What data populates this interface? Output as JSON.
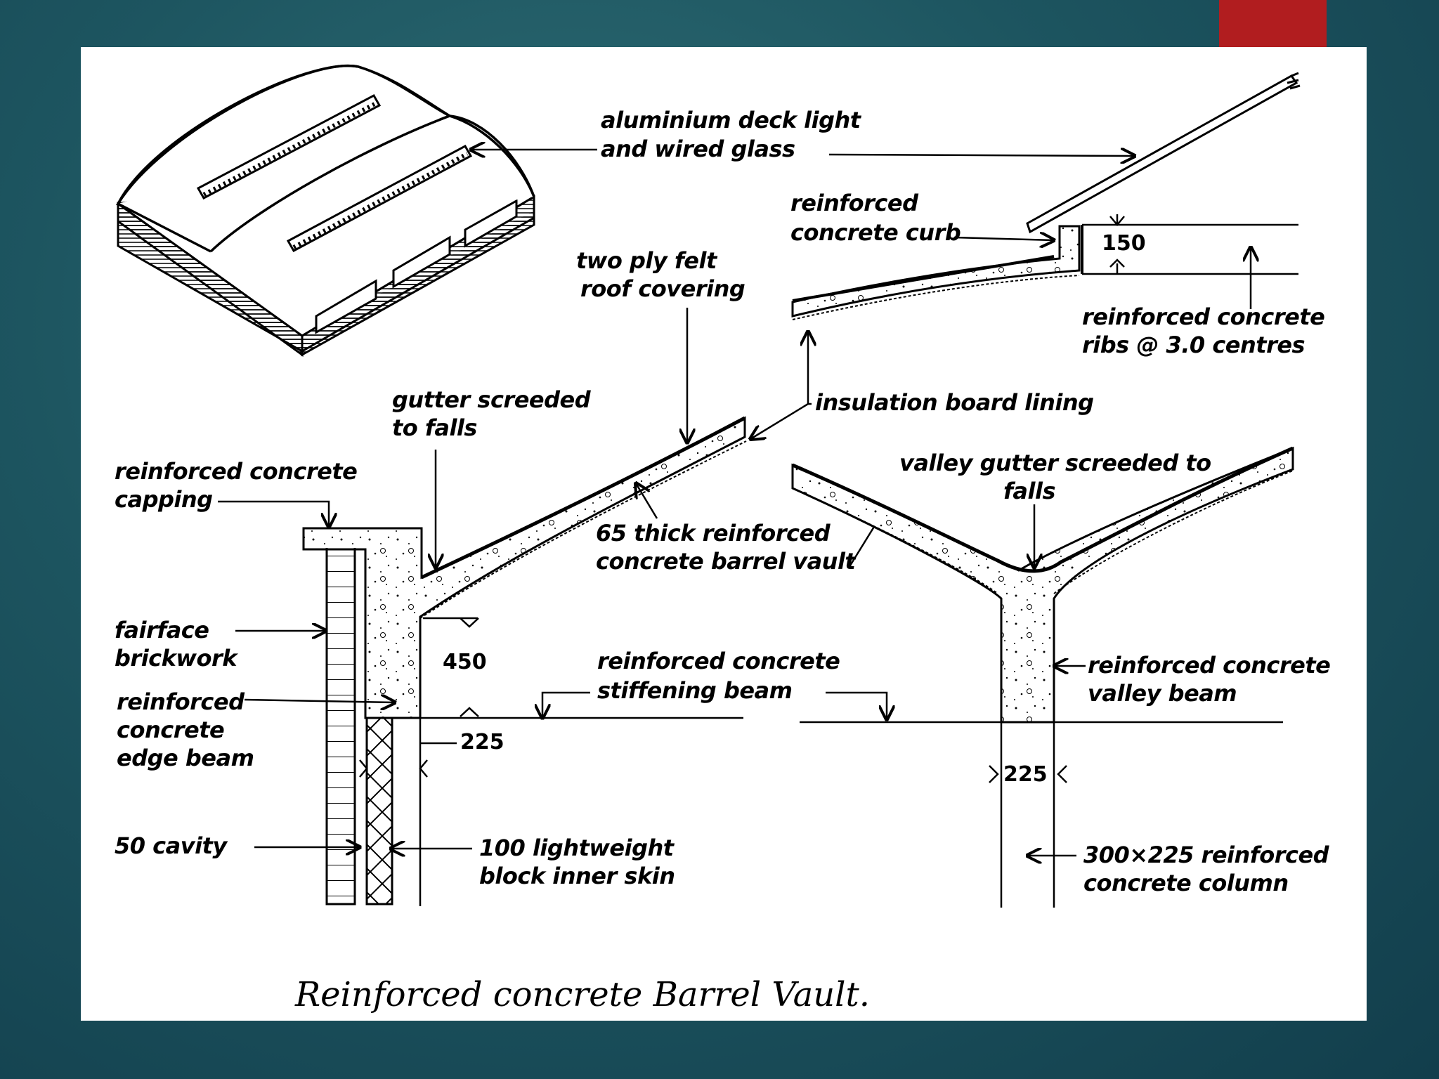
{
  "title": "Reinforced concrete Barrel Vault.",
  "labels": {
    "deck_light_1": "aluminium deck light",
    "deck_light_2": "and wired glass",
    "curb_1": "reinforced",
    "curb_2": "concrete curb",
    "felt_1": "two ply felt",
    "felt_2": "roof covering",
    "ribs_1": "reinforced concrete",
    "ribs_2": "ribs @ 3.0 centres",
    "gutter_1": "gutter screeded",
    "gutter_2": "to falls",
    "insulation": "insulation board lining",
    "capping_1": "reinforced concrete",
    "capping_2": "capping",
    "valley_gutter_1": "valley gutter screeded to",
    "valley_gutter_2": "falls",
    "vault_1": "65 thick reinforced",
    "vault_2": "concrete barrel vault",
    "brick_1": "fairface",
    "brick_2": "brickwork",
    "stiff_1": "reinforced concrete",
    "stiff_2": "stiffening beam",
    "valley_beam_1": "reinforced concrete",
    "valley_beam_2": "valley beam",
    "edge_1": "reinforced",
    "edge_2": "concrete",
    "edge_3": "edge beam",
    "cavity": "50 cavity",
    "block_1": "100 lightweight",
    "block_2": "block inner skin",
    "column_1": "300×225 reinforced",
    "column_2": "concrete column"
  },
  "dimensions": {
    "curb_height": "150",
    "beam_depth": "450",
    "edge_width": "225",
    "column_width": "225"
  }
}
